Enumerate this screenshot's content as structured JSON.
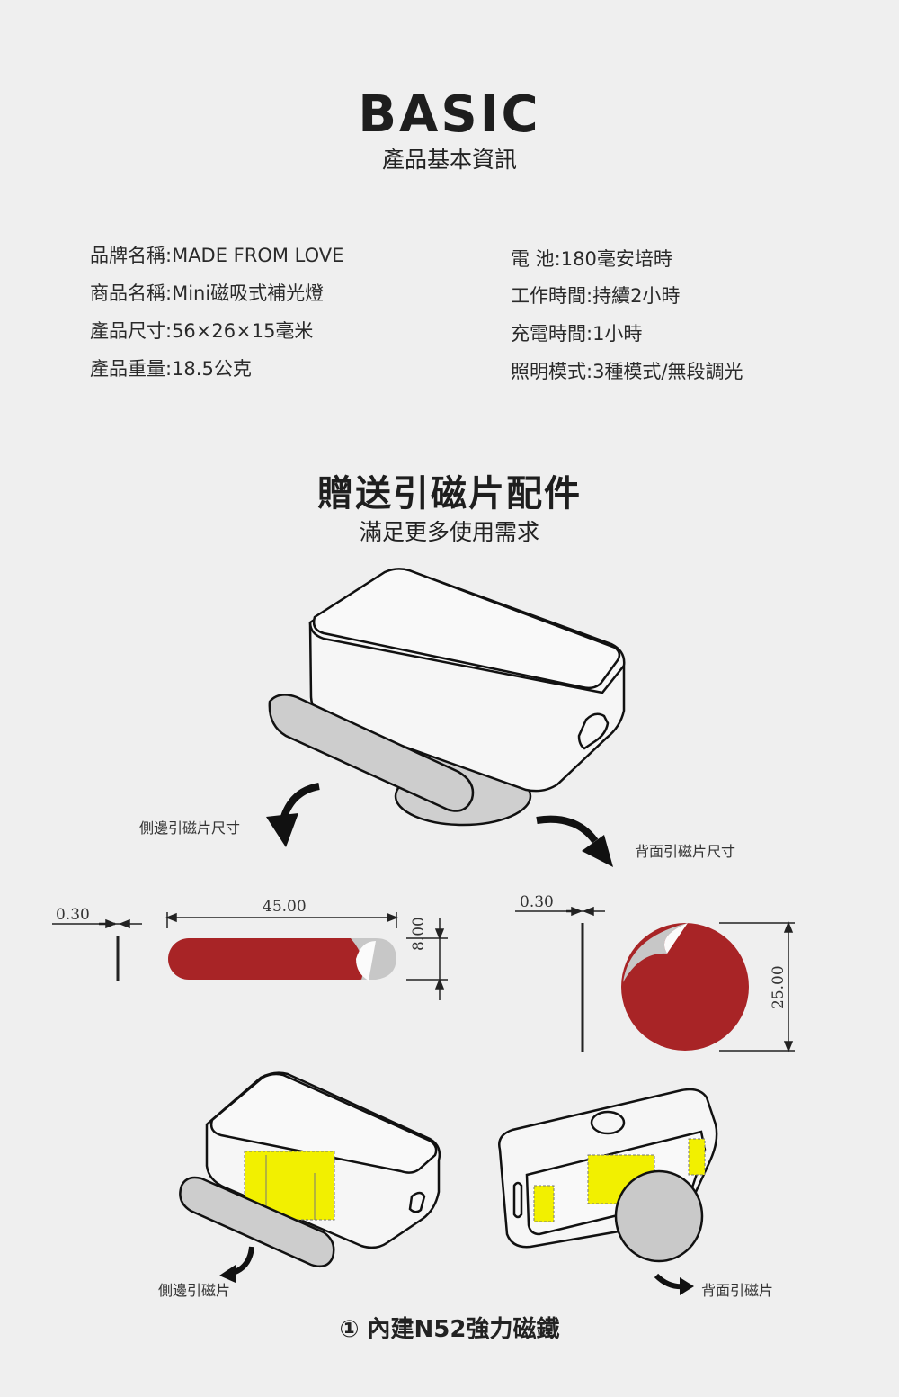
{
  "header": {
    "title": "BASIC",
    "subtitle": "產品基本資訊"
  },
  "specs_left": [
    "品牌名稱:MADE FROM LOVE",
    "商品名稱:Mini磁吸式補光燈",
    "產品尺寸:56×26×15毫米",
    "產品重量:18.5公克"
  ],
  "specs_right": [
    "電 池:180毫安培時",
    "工作時間:持續2小時",
    "充電時間:1小時",
    "照明模式:3種模式/無段調光"
  ],
  "gift": {
    "title": "贈送引磁片配件",
    "subtitle": "滿足更多使用需求"
  },
  "labels": {
    "side_size": "側邊引磁片尺寸",
    "back_size": "背面引磁片尺寸",
    "side_plate": "側邊引磁片",
    "back_plate": "背面引磁片"
  },
  "dimensions": {
    "side_thickness": "0.30",
    "side_length": "45.00",
    "side_width": "8.00",
    "back_thickness": "0.30",
    "back_diameter": "25.00"
  },
  "footnote": "① 內建N52強力磁鐵",
  "colors": {
    "background": "#efefef",
    "magnet_red": "#a82426",
    "magnet_gray": "#c7c7c7",
    "highlight_yellow": "#f2f000"
  }
}
